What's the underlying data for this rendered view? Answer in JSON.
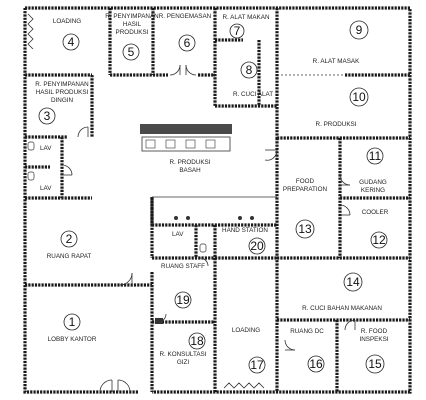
{
  "rooms": [
    {
      "number": "1",
      "label": [
        "LOBBY KANTOR"
      ]
    },
    {
      "number": "2",
      "label": [
        "RUANG RAPAT"
      ]
    },
    {
      "number": "3",
      "label": [
        "R. PENYIMPANAN",
        "HASIL PRODUKSI",
        "DINGIN"
      ]
    },
    {
      "number": "4",
      "label": [
        "LOADING"
      ]
    },
    {
      "number": "5",
      "label": [
        "R. PENYIMPANAN",
        "HASIL",
        "PRODUKSI"
      ]
    },
    {
      "number": "6",
      "label": [
        "R. PENGEMASAN"
      ]
    },
    {
      "number": "7",
      "label": [
        "R. ALAT MAKAN"
      ]
    },
    {
      "number": "8",
      "label": [
        "R. CUCI ALAT"
      ]
    },
    {
      "number": "9",
      "label": [
        "R. ALAT MASAK"
      ]
    },
    {
      "number": "10",
      "label": [
        "R. PRODUKSI"
      ]
    },
    {
      "number": "11",
      "label": [
        "GUDANG",
        "KERING"
      ]
    },
    {
      "number": "12",
      "label": [
        "COOLER"
      ]
    },
    {
      "number": "13",
      "label": [
        "FOOD",
        "PREPARATION"
      ]
    },
    {
      "number": "14",
      "label": [
        "R. CUCI BAHAN MAKANAN"
      ]
    },
    {
      "number": "15",
      "label": [
        "R. FOOD",
        "INSPEKSI"
      ]
    },
    {
      "number": "16",
      "label": [
        "RUANG DC"
      ]
    },
    {
      "number": "17",
      "label": [
        "LOADING"
      ]
    },
    {
      "number": "18",
      "label": [
        "R. KONSULTASI",
        "GIZI"
      ]
    },
    {
      "number": "19",
      "label": [
        "RUANG STAFF"
      ]
    },
    {
      "number": "20",
      "label": [
        "HAND STATION"
      ]
    }
  ],
  "other_labels": {
    "produksi_basah": [
      "R. PRODUKSI",
      "BASAH"
    ],
    "lav": "LAV"
  }
}
